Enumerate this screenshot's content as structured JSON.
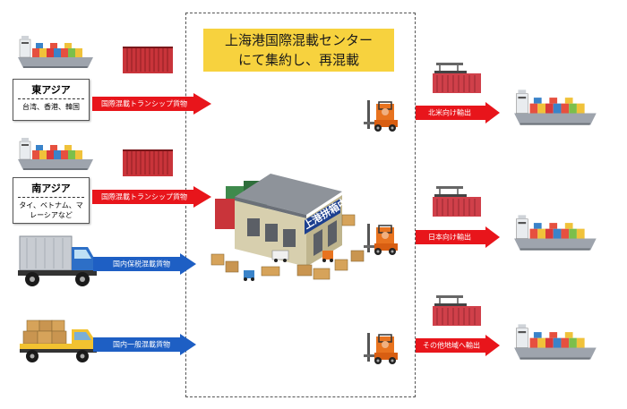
{
  "center_title": {
    "line1": "上海港国際混載センター",
    "line2": "にて集約し、再混載"
  },
  "origins": [
    {
      "region": "東アジア",
      "countries": "台湾、香港、韓国",
      "arrow_label": "国際混載トランシップ貨物"
    },
    {
      "region": "南アジア",
      "countries_line1": "タイ、ベトナム、マ",
      "countries_line2": "レーシアなど",
      "arrow_label": "国際混載トランシップ貨物"
    }
  ],
  "domestic": [
    {
      "arrow_label": "国内保税混載貨物"
    },
    {
      "arrow_label": "国内一般混載貨物"
    }
  ],
  "warehouse_sign": "上港拼箱中心",
  "exports": [
    {
      "label": "北米向け輸出"
    },
    {
      "label": "日本向け輸出"
    },
    {
      "label": "その他地域へ輸出"
    }
  ],
  "colors": {
    "red_arrow": "#e8151b",
    "blue_arrow": "#1e5fc4",
    "title_bg": "#f7d23e",
    "container_red": "#c9343a"
  }
}
